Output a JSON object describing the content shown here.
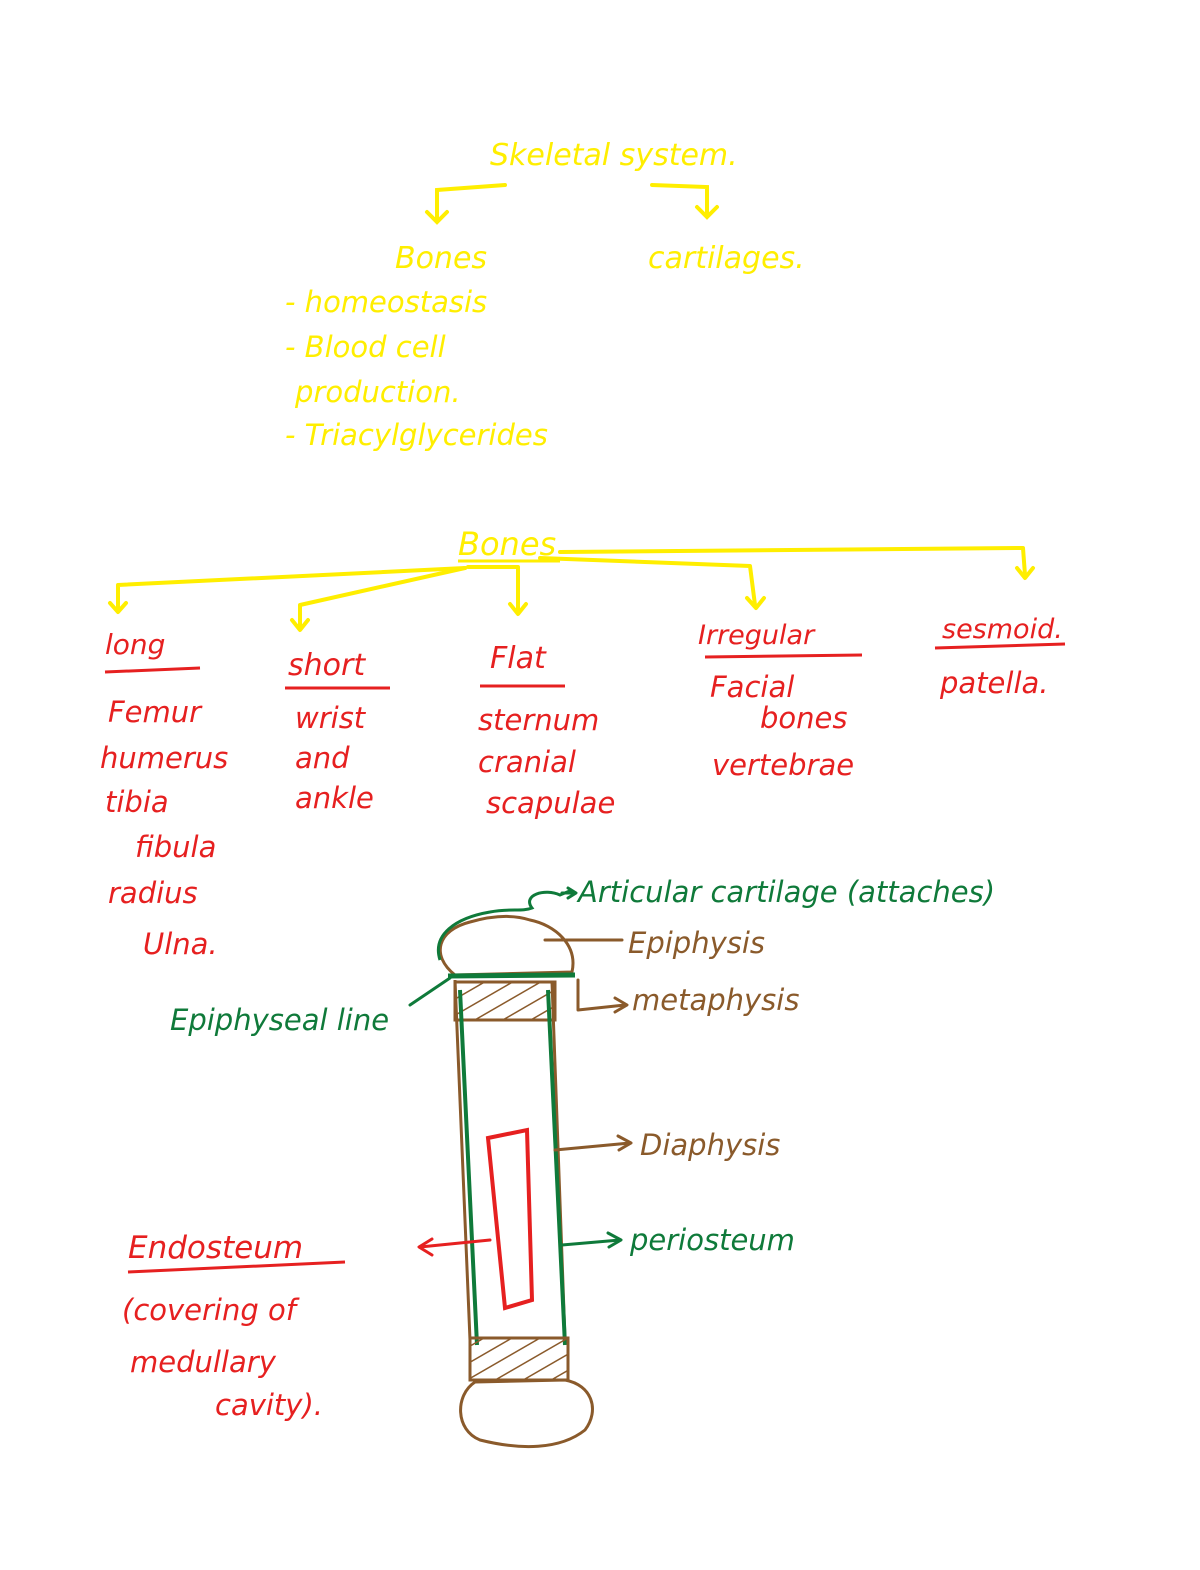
{
  "colors": {
    "yellow": "#ffee00",
    "red": "#e62020",
    "green": "#0f7a3a",
    "brown": "#8a5a2b"
  },
  "top": {
    "title": "Skeletal system.",
    "bones": "Bones",
    "cartilages": "cartilages.",
    "functions": [
      "- homeostasis",
      "- Blood cell",
      "production.",
      "- Triacylglycerides"
    ]
  },
  "classification": {
    "title": "Bones",
    "long": {
      "label": "long",
      "items": [
        "Femur",
        "humerus",
        "tibia",
        "fibula",
        "radius",
        "Ulna."
      ]
    },
    "short": {
      "label": "short",
      "items": [
        "wrist",
        "and",
        "ankle"
      ]
    },
    "flat": {
      "label": "Flat",
      "items": [
        "sternum",
        "cranial",
        "scapulae"
      ]
    },
    "irregular": {
      "label": "Irregular",
      "items": [
        "Facial",
        "bones",
        "vertebrae"
      ]
    },
    "sesamoid": {
      "label": "sesmoid.",
      "items": [
        "patella."
      ]
    }
  },
  "bone_diagram": {
    "articular": "Articular cartilage (attaches)",
    "epiphysis": "Epiphysis",
    "metaphysis": "metaphysis",
    "epiphyseal_line": "Epiphyseal line",
    "diaphysis": "Diaphysis",
    "periosteum": "periosteum",
    "endosteum": "Endosteum",
    "endosteum_desc": [
      "(covering of",
      "medullary",
      "cavity)."
    ]
  }
}
